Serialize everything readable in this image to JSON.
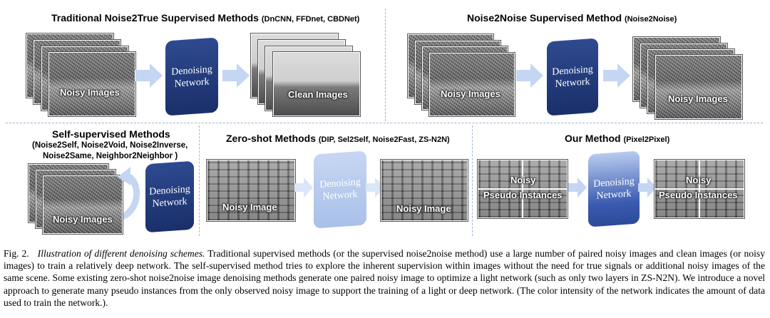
{
  "panels": {
    "traditional": {
      "title": "Traditional Noise2True Supervised Methods",
      "methods": "(DnCNN, FFDnet, CBDNet)",
      "input_label": "Noisy Images",
      "output_label": "Clean Images"
    },
    "n2n": {
      "title": "Noise2Noise Supervised Method",
      "methods": "(Noise2Noise)",
      "input_label": "Noisy Images",
      "output_label": "Noisy Images"
    },
    "self": {
      "title": "Self-supervised Methods",
      "methods_line1": "(Noise2Self, Noise2Void, Noise2Inverse,",
      "methods_line2": "Noise2Same, Neighbor2Neighbor )",
      "input_label": "Noisy Images"
    },
    "zeroshot": {
      "title": "Zero-shot Methods",
      "methods": "(DIP, Sel2Self, Noise2Fast, ZS-N2N)",
      "input_label": "Noisy Image",
      "output_label": "Noisy Image"
    },
    "ours": {
      "title": "Our Method",
      "methods": "(Pixel2Pixel)",
      "input_label_1": "Noisy",
      "input_label_2": "Pseudo Instances",
      "output_label_1": "Noisy",
      "output_label_2": "Pseudo Instances"
    }
  },
  "network_label_1": "Denoising",
  "network_label_2": "Network",
  "caption": {
    "fig": "Fig. 2.",
    "title": "Illustration of different denoising schemes.",
    "body": "Traditional supervised methods (or the supervised noise2noise method) use a large number of paired noisy images and clean images (or noisy images) to train a relatively deep network. The self-supervised method tries to explore the inherent supervision within images without the need for true signals or additional noisy images of the same scene. Some existing zero-shot noise2noise image denoising methods generate one paired noisy image to optimize a light network (such as only two layers in ZS-N2N). We introduce a novel approach to generate many pseudo instances from the only observed noisy image to support the training of a light or deep network. (The color intensity of the network indicates the amount of data used to train the network.)."
  }
}
